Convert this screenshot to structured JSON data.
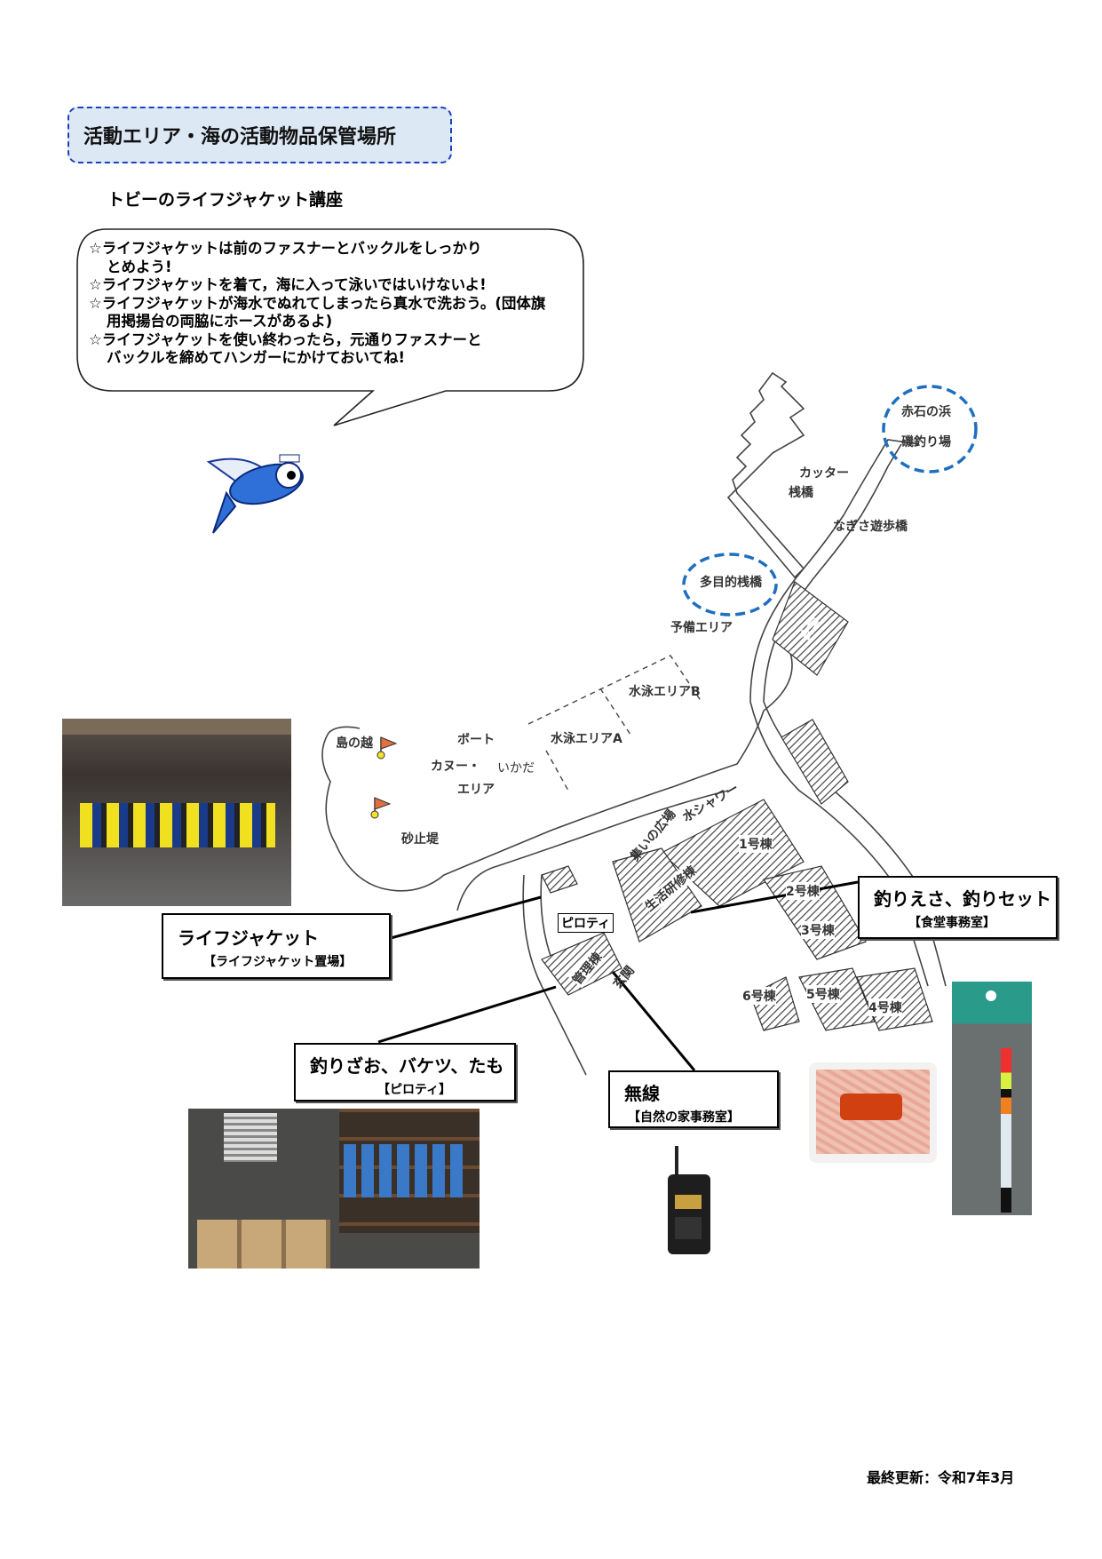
{
  "title": "活動エリア・海の活動物品保管場所",
  "subtitle": "トビーのライフジャケット講座",
  "bubble_lines": [
    "☆ライフジャケットは前のファスナーとバックルをしっかり",
    "とめよう!",
    "☆ライフジャケットを着て，海に入って泳いではいけないよ!",
    "☆ライフジャケットが海水でぬれてしまったら真水で洗おう。(団体旗",
    "用掲揚台の両脇にホースがあるよ)",
    "☆ライフジャケットを使い終わったら，元通りファスナーと",
    "バックルを締めてハンガーにかけておいてね!"
  ],
  "map_labels": {
    "akaishi": "赤石の浜",
    "isozuri": "磯釣り場",
    "cutter1": "カッター",
    "cutter2": "桟橋",
    "nagisa": "なぎさ遊歩橋",
    "tamokuteki": "多目的桟橋",
    "yobi": "予備エリア",
    "shokudo": "食堂",
    "swimB": "水泳エリアB",
    "swimA": "水泳エリアA",
    "boat": "ボート",
    "canoe": "カヌー・",
    "ikada": "いかだ",
    "area": "エリア",
    "shimanokoshi": "島の越",
    "sunadome": "砂止堤",
    "shower": "水シャワー",
    "tsudoi": "集いの広場",
    "bldg1": "1号棟",
    "bldg2": "2号棟",
    "bldg3": "3号棟",
    "bldg4": "4号棟",
    "bldg5": "5号棟",
    "bldg6": "6号棟",
    "seikatsu": "生活研修棟",
    "kanri": "管理棟",
    "genkan": "玄関",
    "piloti": "ピロティ"
  },
  "callouts": {
    "lifejacket": {
      "main": "ライフジャケット",
      "sub": "【ライフジャケット置場】"
    },
    "bait": {
      "main": "釣りえさ、釣りセット",
      "sub": "【食堂事務室】"
    },
    "rods": {
      "main": "釣りざお、バケツ、たも",
      "sub": "【ピロティ】"
    },
    "radio": {
      "main": "無線",
      "sub": "【自然の家事務室】"
    }
  },
  "footer": "最終更新：令和7年3月",
  "colors": {
    "title_border": "#1f3fbf",
    "title_bg": "#dde8f5",
    "circle": "#1f6fbf"
  }
}
